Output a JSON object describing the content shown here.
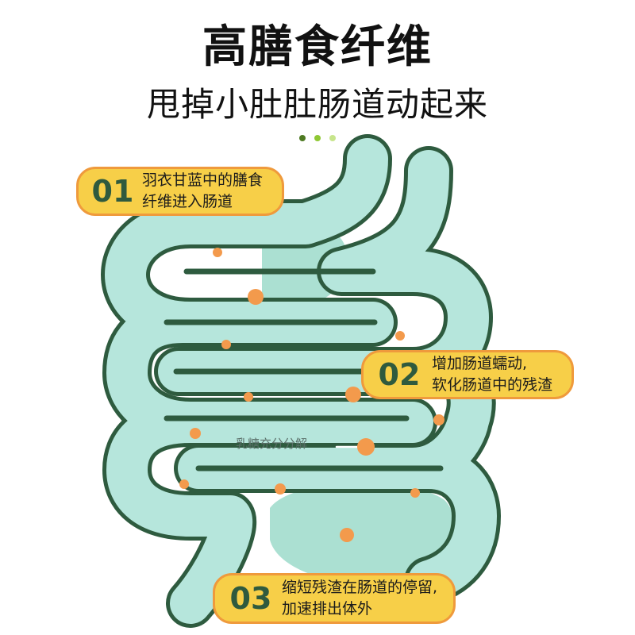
{
  "title": "高膳食纤维",
  "subtitle": "甩掉小肚肚肠道动起来",
  "dots": [
    "#4e7a22",
    "#8fc834",
    "#c7e58c"
  ],
  "colors": {
    "tube_fill": "#b6e6dc",
    "tube_outline": "#2e5b3f",
    "blob": "#8fd6c3",
    "particle": "#f39a4c",
    "callout_fill": "#f7cf48",
    "callout_border": "#ef9a3c",
    "number": "#2f5a3e"
  },
  "steps": [
    {
      "number": "01",
      "lines": [
        "羽衣甘蓝中的膳食",
        "纤维进入肠道"
      ]
    },
    {
      "number": "02",
      "lines": [
        "增加肠道蠕动,",
        "软化肠道中的残渣"
      ]
    },
    {
      "number": "03",
      "lines": [
        "缩短残渣在肠道的停留,",
        "加速排出体外"
      ]
    }
  ],
  "annotation": "乳糖充分分解",
  "icons": [
    "flow-arrow-icon"
  ]
}
